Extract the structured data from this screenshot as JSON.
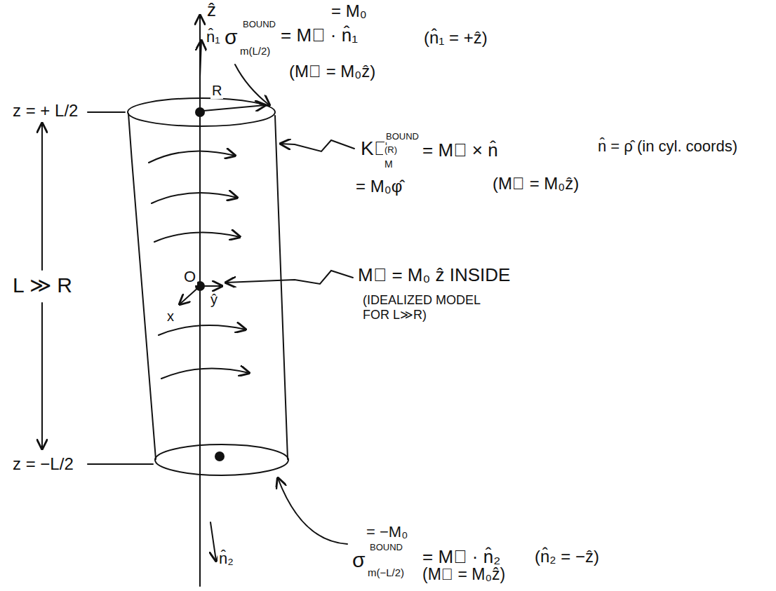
{
  "diagram": {
    "labels": [
      "ẑ",
      "n̂₁",
      "= M₀",
      "σ",
      "BOUND",
      "m(L/2)",
      "= M⃗ · n̂₁",
      "(n̂₁ = +ẑ)",
      "(M⃗ = M₀ẑ)",
      "z = + L/2",
      "R",
      "K⃗",
      "BOUND",
      "(R)",
      "M",
      "= M⃗ × n̂",
      "n̂ = ρ̂ (in cyl. coords)",
      "= M₀φ̂",
      "(M⃗ = M₀ẑ)",
      "L ≫ R",
      "O",
      "ŷ",
      "x",
      "M⃗ = M₀ ẑ INSIDE",
      "(IDEALIZED MODEL FOR L≫R)",
      "z = −L/2",
      "n̂₂",
      "= −M₀",
      "σ",
      "BOUND",
      "m(−L/2)",
      "= M⃗ · n̂₂",
      "(n̂₂ = −ẑ)",
      "(M⃗ = M₀ẑ)"
    ]
  }
}
